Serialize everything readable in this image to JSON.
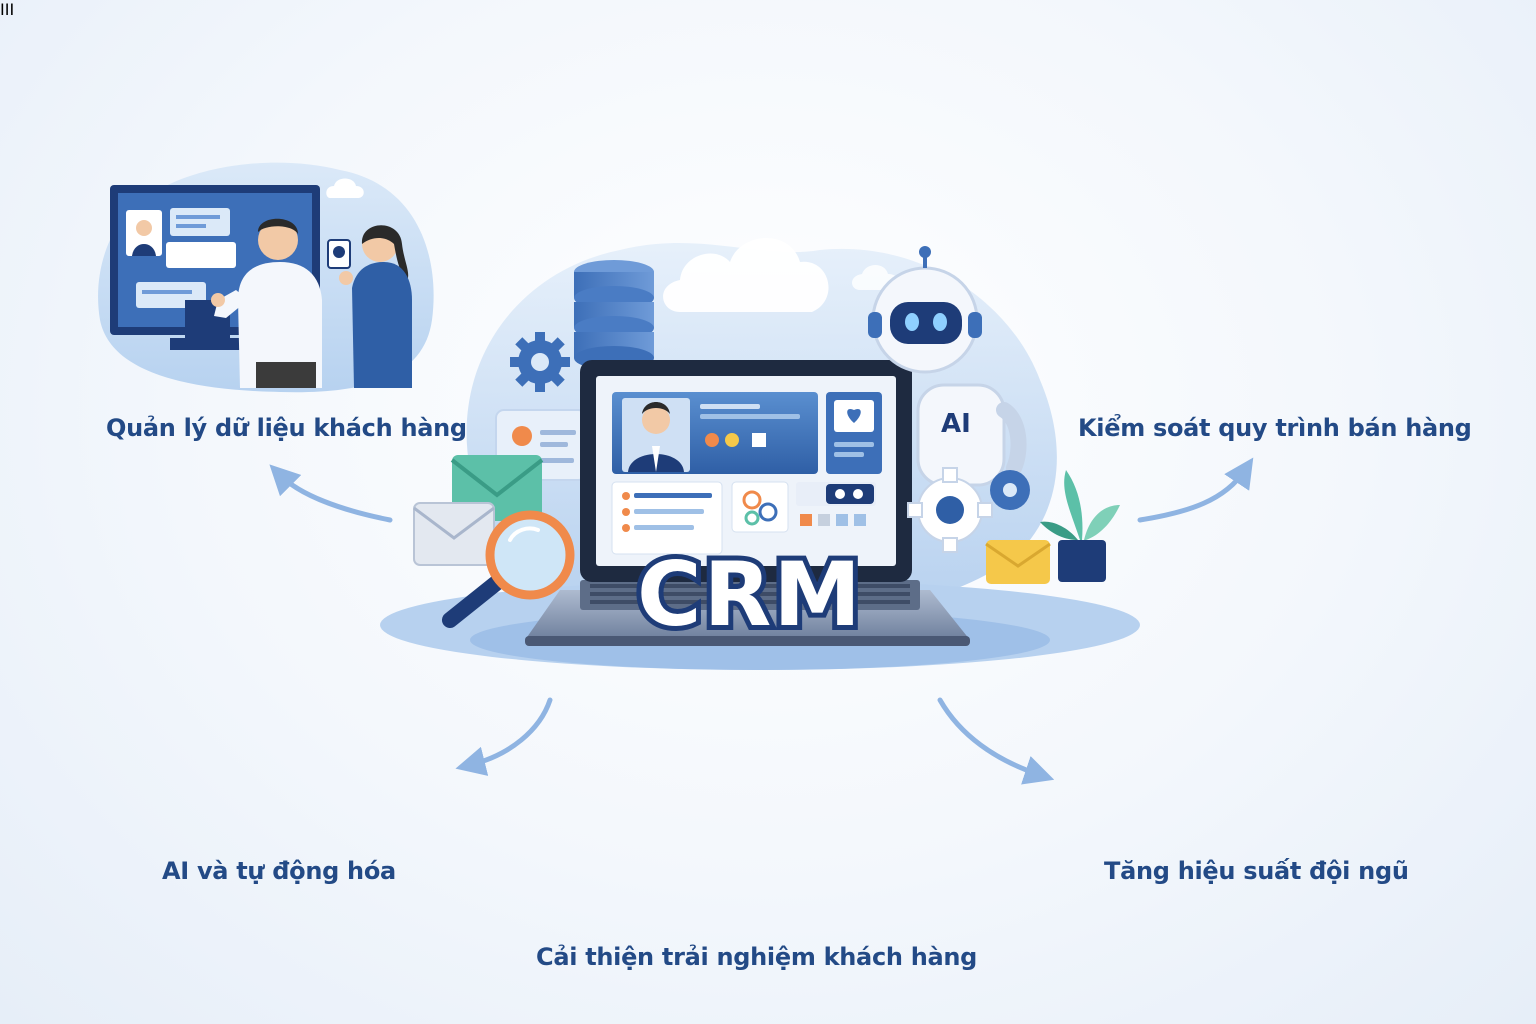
{
  "center": {
    "title": "CRM",
    "robot_badge": "AI",
    "robot_panel": "III"
  },
  "features": {
    "data_management": "Quản lý dữ liệu khách hàng",
    "sales_control": "Kiểm soát quy trình bán hàng",
    "ai_automation": "AI và tự động hóa",
    "team_performance": "Tăng hiệu suất đội ngũ",
    "customer_experience": "Cải thiện trải nghiệm khách hàng"
  },
  "colors": {
    "primary": "#234a86",
    "navy": "#1e3c78",
    "light_blue": "#cfe1f6",
    "accent_orange": "#f08a4b",
    "accent_yellow": "#f5c84a",
    "accent_green": "#5cc0a8"
  }
}
